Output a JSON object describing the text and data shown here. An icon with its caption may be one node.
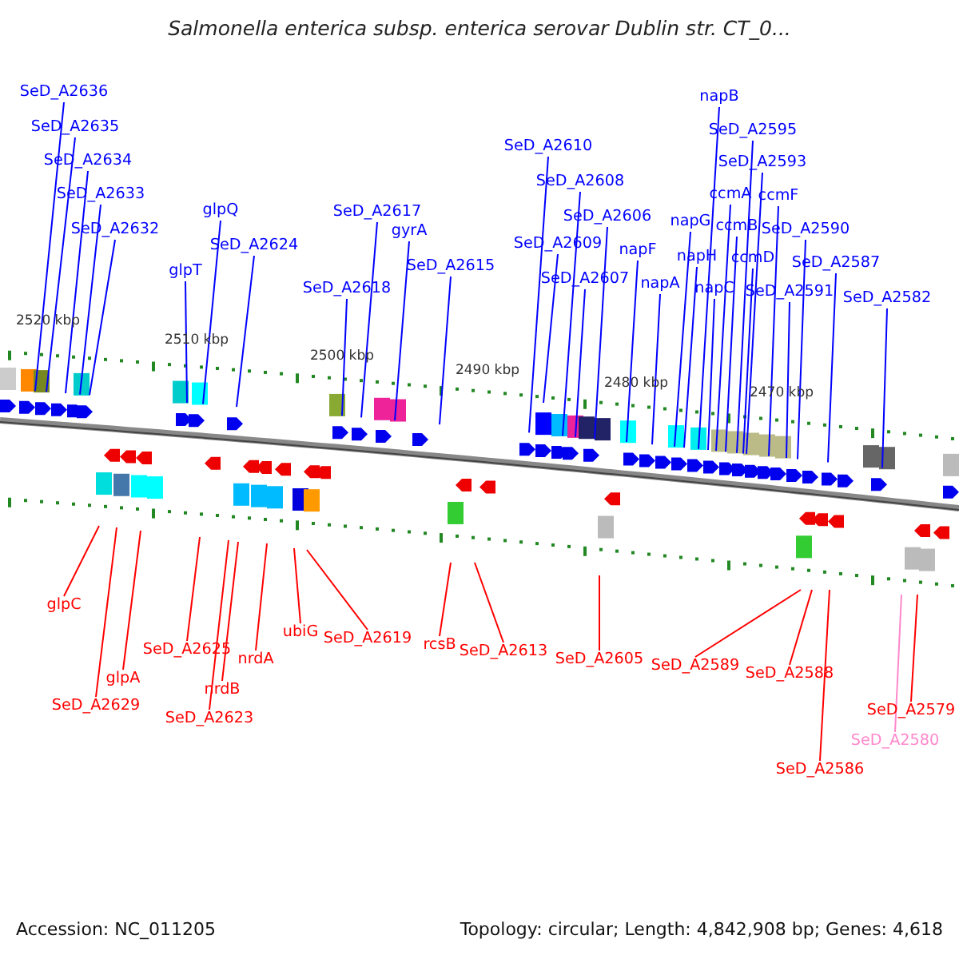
{
  "diagram": {
    "title": "Salmonella enterica subsp. enterica serovar Dublin str. CT_0...",
    "nodes": [
      {
        "text": [
          "SeD_A2636"
        ]
      },
      {
        "text": [
          "SeD_A2635"
        ]
      },
      {
        "text": [
          "SeD_A2634"
        ]
      },
      {
        "text": [
          "SeD_A2633"
        ]
      },
      {
        "text": [
          "SeD_A2632"
        ]
      },
      {
        "text": [
          "glpT"
        ]
      },
      {
        "text": [
          "glpQ"
        ]
      },
      {
        "text": [
          "SeD_A2624"
        ]
      },
      {
        "text": [
          "SeD_A2618"
        ]
      },
      {
        "text": [
          "SeD_A2617"
        ]
      },
      {
        "text": [
          "gyrA"
        ]
      },
      {
        "text": [
          "SeD_A2615"
        ]
      },
      {
        "text": [
          "SeD_A2610"
        ]
      },
      {
        "text": [
          "SeD_A2608"
        ]
      },
      {
        "text": [
          "SeD_A2606"
        ]
      },
      {
        "text": [
          "SeD_A2609"
        ]
      },
      {
        "text": [
          "SeD_A2607"
        ]
      },
      {
        "text": [
          "napF"
        ]
      },
      {
        "text": [
          "napA"
        ]
      },
      {
        "text": [
          "napG"
        ]
      },
      {
        "text": [
          "napH"
        ]
      },
      {
        "text": [
          "napC"
        ]
      },
      {
        "text": [
          "napB"
        ]
      },
      {
        "text": [
          "ccmA"
        ]
      },
      {
        "text": [
          "ccmB"
        ]
      },
      {
        "text": [
          "ccmD"
        ]
      },
      {
        "text": [
          "SeD_A2595"
        ]
      },
      {
        "text": [
          "SeD_A2593"
        ]
      },
      {
        "text": [
          "ccmF"
        ]
      },
      {
        "text": [
          "SeD_A2590"
        ]
      },
      {
        "text": [
          "SeD_A2591"
        ]
      },
      {
        "text": [
          "SeD_A2587"
        ]
      },
      {
        "text": [
          "SeD_A2582"
        ]
      },
      {
        "text": [
          "glpC"
        ]
      },
      {
        "text": [
          "glpA"
        ]
      },
      {
        "text": [
          "SeD_A2629"
        ]
      },
      {
        "text": [
          "SeD_A2625"
        ]
      },
      {
        "text": [
          "nrdB"
        ]
      },
      {
        "text": [
          "SeD_A2623"
        ]
      },
      {
        "text": [
          "nrdA"
        ]
      },
      {
        "text": [
          "ubiG"
        ]
      },
      {
        "text": [
          "SeD_A2619"
        ]
      },
      {
        "text": [
          "rcsB"
        ]
      },
      {
        "text": [
          "SeD_A2613"
        ]
      },
      {
        "text": [
          "SeD_A2605"
        ]
      },
      {
        "text": [
          "SeD_A2589"
        ]
      },
      {
        "text": [
          "SeD_A2588"
        ]
      },
      {
        "text": [
          "SeD_A2586"
        ]
      },
      {
        "text": [
          "SeD_A2579"
        ]
      },
      {
        "text": [
          "SeD_A2580"
        ]
      }
    ],
    "edges": [
      {
        "from": 0,
        "to": null,
        "arrow": "none"
      },
      {
        "from": 1,
        "to": null,
        "arrow": "none"
      },
      {
        "from": 2,
        "to": null,
        "arrow": "none"
      },
      {
        "from": 3,
        "to": null,
        "arrow": "none"
      },
      {
        "from": 4,
        "to": null,
        "arrow": "none"
      },
      {
        "from": 5,
        "to": null,
        "arrow": "none"
      },
      {
        "from": 6,
        "to": null,
        "arrow": "none"
      },
      {
        "from": 7,
        "to": null,
        "arrow": "none"
      },
      {
        "from": 8,
        "to": null,
        "arrow": "none"
      },
      {
        "from": 9,
        "to": null,
        "arrow": "none"
      },
      {
        "from": 10,
        "to": null,
        "arrow": "none"
      },
      {
        "from": 11,
        "to": null,
        "arrow": "none"
      },
      {
        "from": 12,
        "to": null,
        "arrow": "none"
      },
      {
        "from": 13,
        "to": null,
        "arrow": "none"
      },
      {
        "from": 14,
        "to": null,
        "arrow": "none"
      },
      {
        "from": 15,
        "to": null,
        "arrow": "none"
      },
      {
        "from": 16,
        "to": null,
        "arrow": "none"
      },
      {
        "from": 17,
        "to": null,
        "arrow": "none"
      },
      {
        "from": 18,
        "to": null,
        "arrow": "none"
      },
      {
        "from": 19,
        "to": null,
        "arrow": "none"
      },
      {
        "from": 20,
        "to": null,
        "arrow": "none"
      },
      {
        "from": 21,
        "to": null,
        "arrow": "none"
      },
      {
        "from": 22,
        "to": null,
        "arrow": "none"
      },
      {
        "from": 23,
        "to": null,
        "arrow": "none"
      },
      {
        "from": 24,
        "to": null,
        "arrow": "none"
      },
      {
        "from": 25,
        "to": null,
        "arrow": "none"
      },
      {
        "from": 26,
        "to": null,
        "arrow": "none"
      },
      {
        "from": 27,
        "to": null,
        "arrow": "none"
      },
      {
        "from": 28,
        "to": null,
        "arrow": "none"
      },
      {
        "from": 29,
        "to": null,
        "arrow": "none"
      },
      {
        "from": 30,
        "to": null,
        "arrow": "none"
      },
      {
        "from": 31,
        "to": null,
        "arrow": "none"
      },
      {
        "from": 32,
        "to": null,
        "arrow": "none"
      },
      {
        "from": 33,
        "to": null,
        "arrow": "none",
        "color": "#ff0000"
      },
      {
        "from": 34,
        "to": null,
        "arrow": "none",
        "color": "#ff0000"
      },
      {
        "from": 35,
        "to": null,
        "arrow": "none",
        "color": "#ff0000"
      },
      {
        "from": 36,
        "to": null,
        "arrow": "none",
        "color": "#ff0000"
      },
      {
        "from": 37,
        "to": null,
        "arrow": "none",
        "color": "#ff0000"
      },
      {
        "from": 38,
        "to": null,
        "arrow": "none",
        "color": "#ff0000"
      },
      {
        "from": 39,
        "to": null,
        "arrow": "none",
        "color": "#ff0000"
      },
      {
        "from": 40,
        "to": null,
        "arrow": "none",
        "color": "#ff0000"
      },
      {
        "from": 41,
        "to": null,
        "arrow": "none",
        "color": "#ff0000"
      },
      {
        "from": 42,
        "to": null,
        "arrow": "none",
        "color": "#ff0000"
      },
      {
        "from": 43,
        "to": null,
        "arrow": "none",
        "color": "#ff0000"
      },
      {
        "from": 44,
        "to": null,
        "arrow": "none",
        "color": "#ff0000"
      },
      {
        "from": 45,
        "to": null,
        "arrow": "none",
        "color": "#ff0000"
      },
      {
        "from": 46,
        "to": null,
        "arrow": "none",
        "color": "#ff0000"
      },
      {
        "from": 47,
        "to": null,
        "arrow": "none",
        "color": "#ff0000"
      },
      {
        "from": 48,
        "to": null,
        "arrow": "none",
        "color": "#ff0000"
      },
      {
        "from": 49,
        "to": null,
        "arrow": "none",
        "color": "#ff88cc"
      }
    ],
    "labels": [
      "2520 kbp",
      "2510 kbp",
      "2500 kbp",
      "2490 kbp",
      "2480 kbp",
      "2470 kbp",
      "Accession: NC_011205",
      "Topology: circular; Length: 4,842,908 bp; Genes: 4,618"
    ]
  }
}
